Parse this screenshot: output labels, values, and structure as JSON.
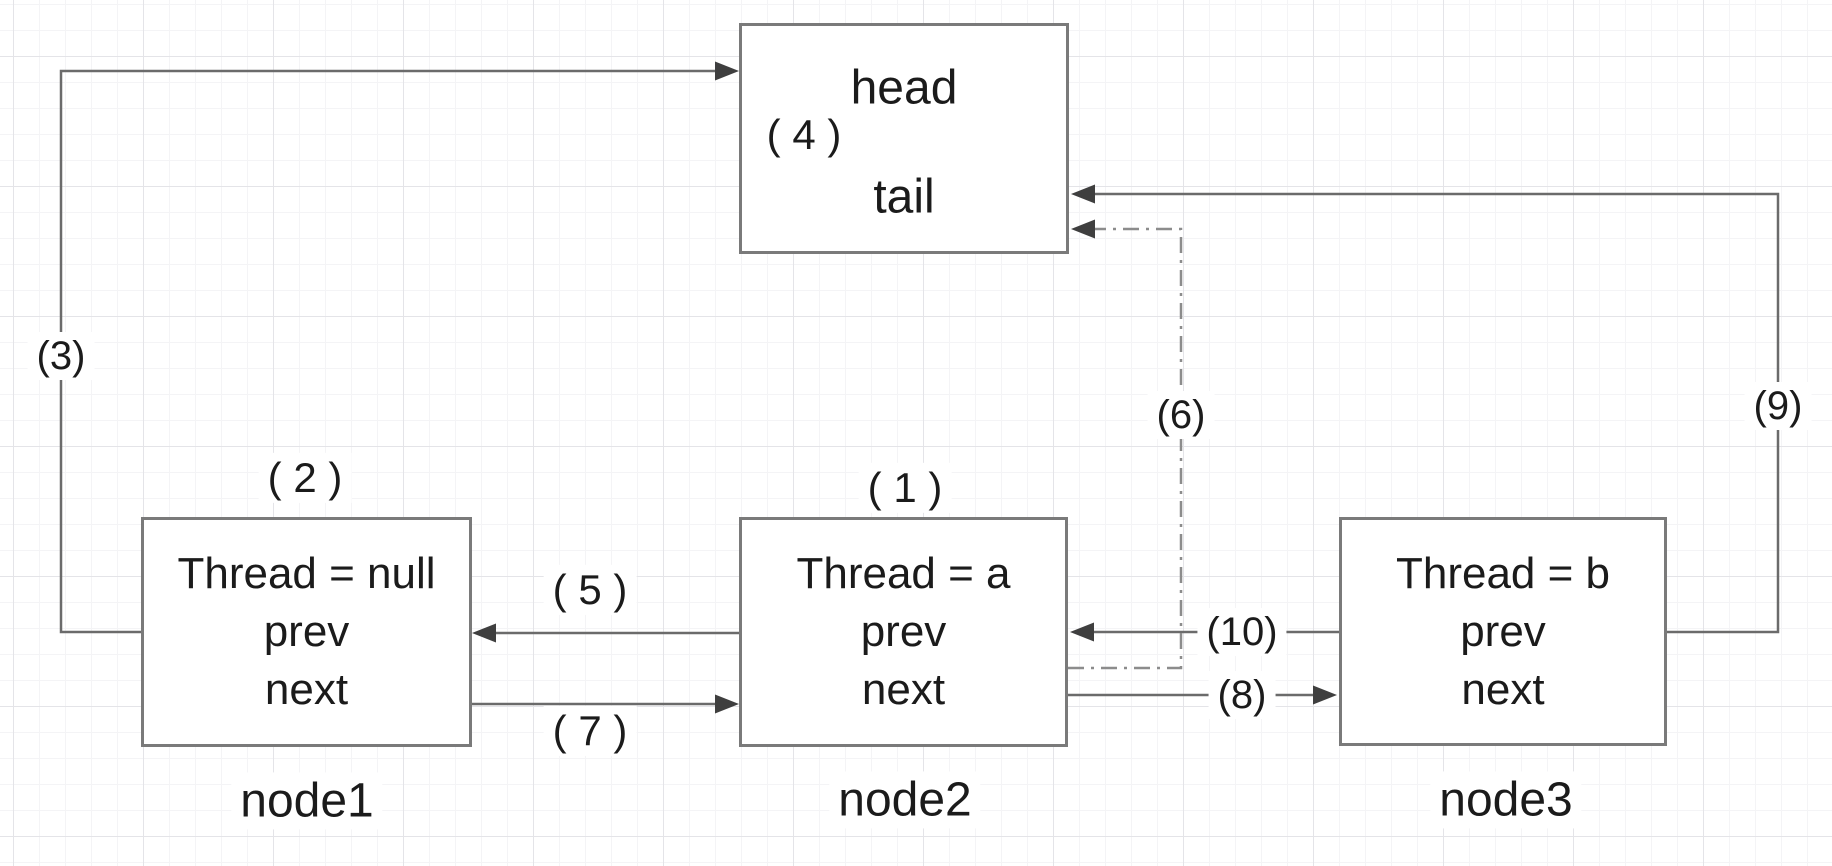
{
  "boxes": {
    "head": {
      "rows": [
        "head",
        "tail"
      ],
      "annotation": "( 4 )"
    },
    "node1": {
      "thread": "Thread = null",
      "prev": "prev",
      "next": "next",
      "caption": "node1",
      "annotation": "( 2 )"
    },
    "node2": {
      "thread": "Thread = a",
      "prev": "prev",
      "next": "next",
      "caption": "node2",
      "annotation": "( 1 )"
    },
    "node3": {
      "thread": "Thread = b",
      "prev": "prev",
      "next": "next",
      "caption": "node3"
    }
  },
  "edge_labels": {
    "e3": "(3)",
    "e5": "( 5 )",
    "e6": "(6)",
    "e7": "( 7 )",
    "e8": "(8)",
    "e9": "(9)",
    "e10": "(10)"
  },
  "colors": {
    "line": "#6b6b6b",
    "dashed_line": "#8c8c8c",
    "arrowhead": "#3f3f3f",
    "box_border": "#7a7a7a",
    "box_fill": "#ffffff",
    "text": "#1b1b1b",
    "grid_minor": "#f4f4f6",
    "grid_major": "#e4e4e8",
    "canvas_bg": "#ffffff"
  }
}
